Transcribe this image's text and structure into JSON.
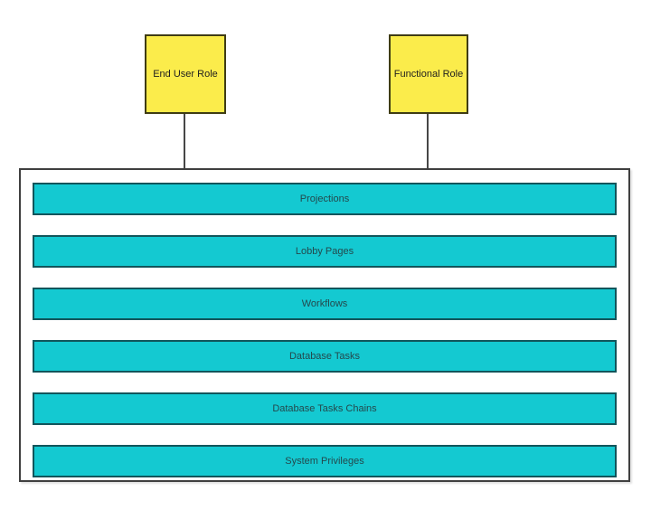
{
  "diagram": {
    "background_color": "#ffffff",
    "roles": [
      {
        "label": "End User Role",
        "fill": "#fbec4b",
        "border": "#3f3c14"
      },
      {
        "label": "Functional Role",
        "fill": "#fbec4b",
        "border": "#3f3c14"
      }
    ],
    "connector_color": "#474747",
    "container": {
      "fill": "#ffffff",
      "border": "#3f3f3f"
    },
    "items": [
      {
        "label": "Projections"
      },
      {
        "label": "Lobby Pages"
      },
      {
        "label": "Workflows"
      },
      {
        "label": "Database Tasks"
      },
      {
        "label": "Database Tasks Chains"
      },
      {
        "label": "System Privileges"
      }
    ],
    "item_style": {
      "fill": "#14c9d1",
      "border": "#12555b",
      "text_color": "#24494d"
    }
  }
}
